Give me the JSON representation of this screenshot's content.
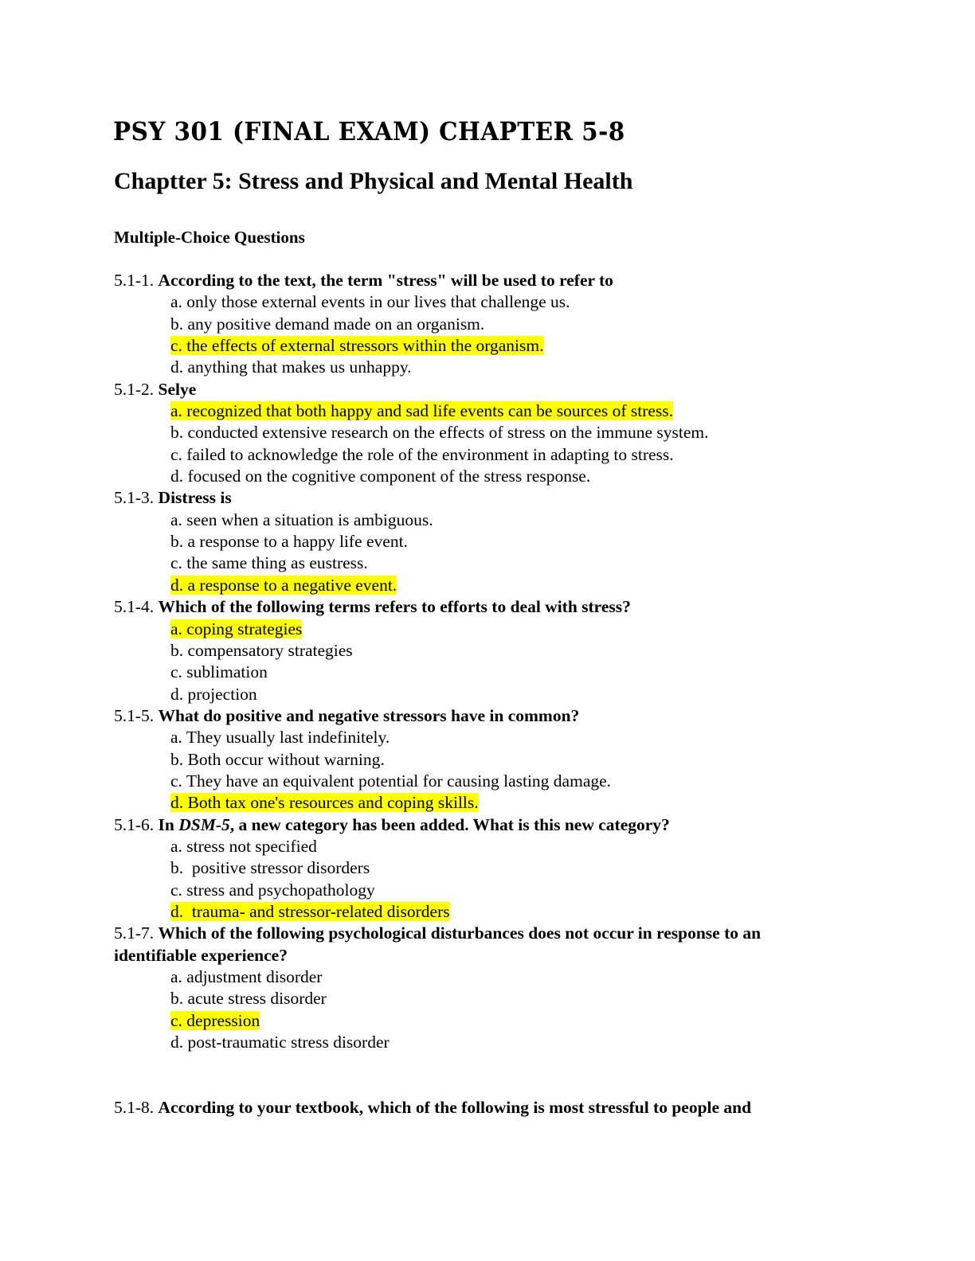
{
  "title": "PSY 301 (FINAL EXAM) CHAPTER 5-8",
  "chapter_heading": "Chaptter 5: Stress and Physical and Mental Health",
  "section_heading": "Multiple-Choice Questions",
  "highlight_color": "#ffff00",
  "questions": [
    {
      "number": "5.1-1.",
      "stem": [
        {
          "text": "According to the text, the term \"stress\" will be used to refer to"
        }
      ],
      "options": [
        {
          "text": "a. only those external events in our lives that challenge us.",
          "correct": false
        },
        {
          "text": "b. any positive demand made on an organism.",
          "correct": false
        },
        {
          "text": "c. the effects of external stressors within the organism.",
          "correct": true
        },
        {
          "text": "d. anything that makes us unhappy.",
          "correct": false
        }
      ]
    },
    {
      "number": "5.1-2.",
      "stem": [
        {
          "text": "Selye"
        }
      ],
      "options": [
        {
          "text": "a. recognized that both happy and sad life events can be sources of stress.",
          "correct": true
        },
        {
          "text": "b. conducted extensive research on the effects of stress on the immune system.",
          "correct": false
        },
        {
          "text": "c. failed to acknowledge the role of the environment in adapting to stress.",
          "correct": false
        },
        {
          "text": "d. focused on the cognitive component of the stress response.",
          "correct": false
        }
      ]
    },
    {
      "number": "5.1-3.",
      "stem": [
        {
          "text": "Distress is"
        }
      ],
      "options": [
        {
          "text": "a. seen when a situation is ambiguous.",
          "correct": false
        },
        {
          "text": "b. a response to a happy life event.",
          "correct": false
        },
        {
          "text": "c. the same thing as eustress.",
          "correct": false
        },
        {
          "text": "d. a response to a negative event.",
          "correct": true
        }
      ]
    },
    {
      "number": "5.1-4.",
      "stem": [
        {
          "text": "Which of the following terms refers to efforts to deal with stress?"
        }
      ],
      "options": [
        {
          "text": "a. coping strategies",
          "correct": true
        },
        {
          "text": "b. compensatory strategies",
          "correct": false
        },
        {
          "text": "c. sublimation",
          "correct": false
        },
        {
          "text": "d. projection",
          "correct": false
        }
      ]
    },
    {
      "number": "5.1-5.",
      "stem": [
        {
          "text": "What do positive and negative stressors have in common?"
        }
      ],
      "options": [
        {
          "text": "a. They usually last indefinitely.",
          "correct": false
        },
        {
          "text": "b. Both occur without warning.",
          "correct": false
        },
        {
          "text": "c. They have an equivalent potential for causing lasting damage.",
          "correct": false
        },
        {
          "text": "d. Both tax one's resources and coping skills.",
          "correct": true
        }
      ]
    },
    {
      "number": "5.1-6.",
      "stem": [
        {
          "text": "In "
        },
        {
          "text": "DSM-5",
          "italic": true
        },
        {
          "text": ", a new category has been added. What is this new category?"
        }
      ],
      "options": [
        {
          "text": "a. stress not specified",
          "correct": false
        },
        {
          "text": "b.  positive stressor disorders",
          "correct": false
        },
        {
          "text": "c. stress and psychopathology",
          "correct": false
        },
        {
          "text": "d.  trauma- and stressor-related disorders",
          "correct": true
        }
      ]
    },
    {
      "number": "5.1-7.",
      "stem": [
        {
          "text": "Which of the following psychological disturbances does not occur in response to an identifiable experience?"
        }
      ],
      "options": [
        {
          "text": "a. adjustment disorder",
          "correct": false
        },
        {
          "text": "b. acute stress disorder",
          "correct": false
        },
        {
          "text": "c. depression",
          "correct": true
        },
        {
          "text": "d. post-traumatic stress disorder",
          "correct": false
        }
      ]
    }
  ],
  "next_question": {
    "number": "5.1-8.",
    "stem": "According to your textbook, which of the following is most stressful to people and"
  }
}
